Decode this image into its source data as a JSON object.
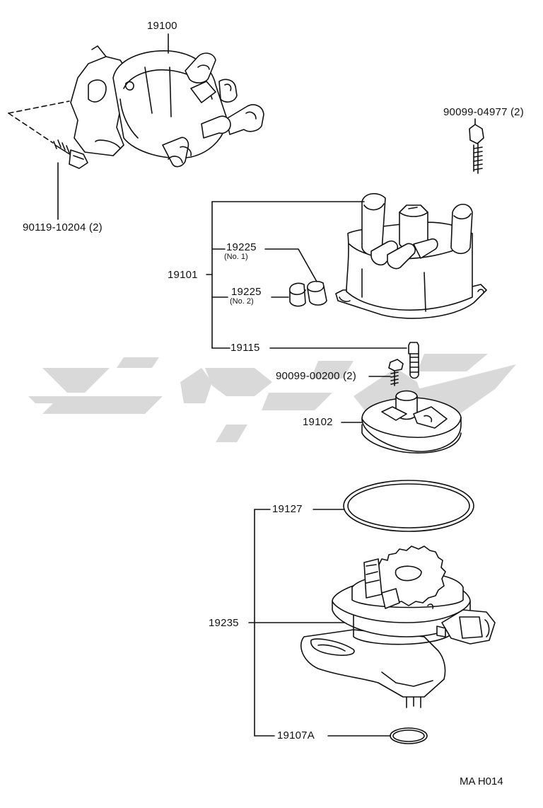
{
  "diagram": {
    "labels": {
      "p19100": "19100",
      "p90099_04977": "90099-04977 (2)",
      "p90119_10204": "90119-10204 (2)",
      "p19225_a": "19225",
      "p19225_a_note": "(No. 1)",
      "p19101": "19101",
      "p19225_b": "19225",
      "p19225_b_note": "(No. 2)",
      "p19115": "19115",
      "p90099_00200": "90099-00200 (2)",
      "p19102": "19102",
      "p19127": "19127",
      "p19235": "19235",
      "p19107A": "19107A"
    },
    "reference": "MA H014",
    "watermark_color": "#d9d9d9",
    "line_color": "#111111"
  }
}
